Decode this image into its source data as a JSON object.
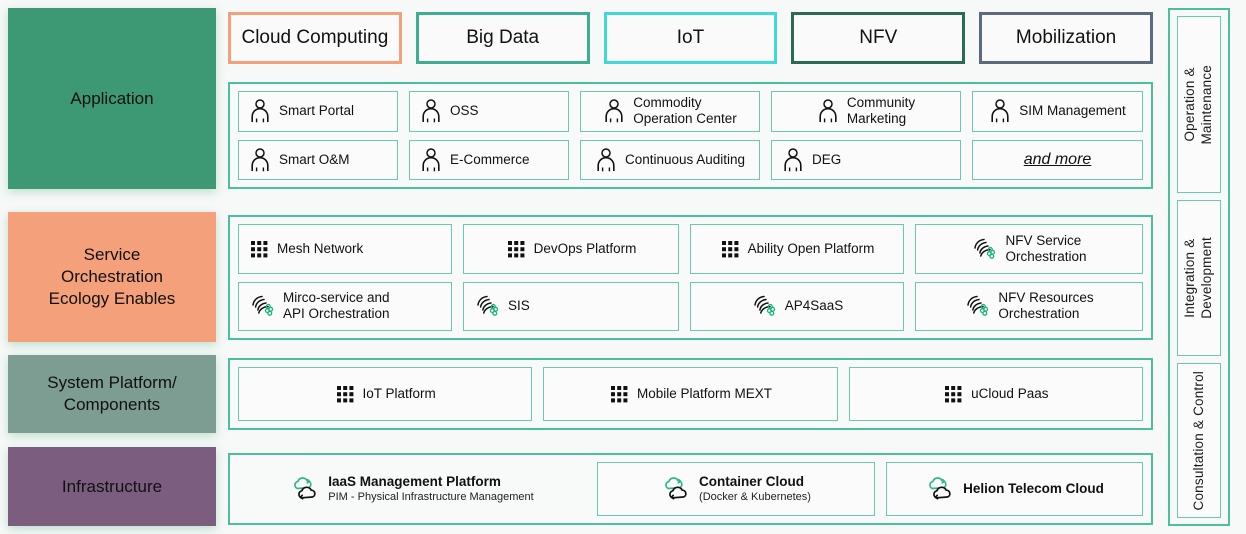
{
  "colors": {
    "teal": "#4cbfa0",
    "cell_border": "#6bc9b2",
    "layer_application": "#3d9874",
    "layer_service": "#f4a07a",
    "layer_system": "#7d9c92",
    "layer_infrastructure": "#7b5e7f",
    "tag_cloud_computing": "#f4a07a",
    "tag_big_data": "#3dae92",
    "tag_iot": "#3fd9d9",
    "tag_nfv": "#2c6a55",
    "tag_mobilization": "#5b6b7d"
  },
  "tags": [
    {
      "label": "Cloud Computing",
      "color_key": "tag_cloud_computing"
    },
    {
      "label": "Big Data",
      "color_key": "tag_big_data"
    },
    {
      "label": "IoT",
      "color_key": "tag_iot"
    },
    {
      "label": "NFV",
      "color_key": "tag_nfv"
    },
    {
      "label": "Mobilization",
      "color_key": "tag_mobilization"
    }
  ],
  "layers": [
    {
      "name": "Application",
      "color_key": "layer_application"
    },
    {
      "name": "Service\nOrchestration\nEcology Enables",
      "color_key": "layer_service"
    },
    {
      "name": "System Platform/\nComponents",
      "color_key": "layer_system"
    },
    {
      "name": "Infrastructure",
      "color_key": "layer_infrastructure"
    }
  ],
  "application": {
    "row1": [
      {
        "label": "Smart Portal",
        "icon": "person-icon",
        "align": "left"
      },
      {
        "label": "OSS",
        "icon": "person-icon",
        "align": "left"
      },
      {
        "label": "Commodity\nOperation Center",
        "icon": "person-icon",
        "align": "center"
      },
      {
        "label": "Community\nMarketing",
        "icon": "person-icon",
        "align": "center"
      },
      {
        "label": "SIM Management",
        "icon": "person-icon",
        "align": "center"
      }
    ],
    "row2": [
      {
        "label": "Smart O&M",
        "icon": "person-icon",
        "align": "left"
      },
      {
        "label": "E-Commerce",
        "icon": "person-icon",
        "align": "left"
      },
      {
        "label": "Continuous Auditing",
        "icon": "person-icon",
        "align": "center"
      },
      {
        "label": "DEG",
        "icon": "person-icon",
        "align": "left"
      },
      {
        "label": "and more",
        "icon": "none",
        "align": "center"
      }
    ]
  },
  "service": {
    "row1": [
      {
        "label": "Mesh Network",
        "icon": "grid-dots-icon",
        "align": "left"
      },
      {
        "label": "DevOps Platform",
        "icon": "grid-dots-icon",
        "align": "center"
      },
      {
        "label": "Ability Open Platform",
        "icon": "grid-dots-icon",
        "align": "center"
      },
      {
        "label": "NFV Service\nOrchestration",
        "icon": "orchestration-icon",
        "align": "center"
      }
    ],
    "row2": [
      {
        "label": "Mirco-service and\nAPI Orchestration",
        "icon": "orchestration-icon",
        "align": "left"
      },
      {
        "label": "SIS",
        "icon": "orchestration-icon",
        "align": "left"
      },
      {
        "label": "AP4SaaS",
        "icon": "orchestration-icon",
        "align": "center"
      },
      {
        "label": "NFV Resources\nOrchestration",
        "icon": "orchestration-icon",
        "align": "center"
      }
    ]
  },
  "system": {
    "row1": [
      {
        "label": "IoT Platform",
        "icon": "grid-dots-icon",
        "align": "center"
      },
      {
        "label": "Mobile Platform MEXT",
        "icon": "grid-dots-icon",
        "align": "center"
      },
      {
        "label": "uCloud Paas",
        "icon": "grid-dots-icon",
        "align": "center"
      }
    ]
  },
  "infrastructure": {
    "row1": [
      {
        "label": "IaaS Management Platform",
        "sub": "PIM - Physical Infrastructure Management",
        "icon": "cloud-sync-icon",
        "boxed": false,
        "align": "center"
      },
      {
        "label": "Container Cloud",
        "sub": "(Docker & Kubernetes)",
        "icon": "cloud-sync-icon",
        "boxed": true,
        "align": "center"
      },
      {
        "label": "Helion Telecom Cloud",
        "sub": "",
        "icon": "cloud-sync-icon",
        "boxed": true,
        "align": "center"
      }
    ]
  },
  "rail": {
    "items": [
      {
        "label": "Operation &\nMaintenance"
      },
      {
        "label": "Integration &\nDevelopment"
      },
      {
        "label": "Consultation & Control"
      }
    ]
  }
}
